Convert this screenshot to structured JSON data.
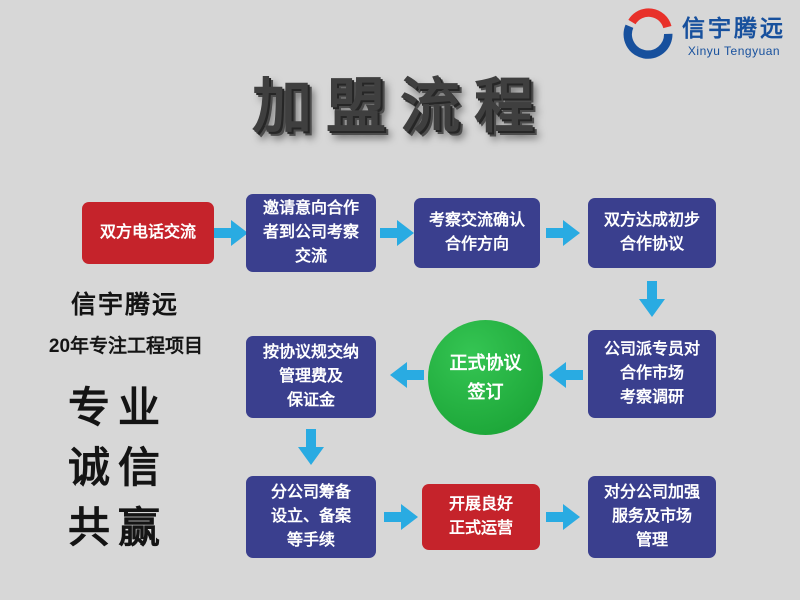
{
  "logo": {
    "brand": "信宇腾远",
    "brand_en": "Xinyu Tengyuan"
  },
  "title": "加盟流程",
  "sidebar": {
    "brand": "信宇腾远",
    "tagline": "20年专注工程项目",
    "value1": "专业",
    "value2": "诚信",
    "value3": "共赢"
  },
  "flow": {
    "step1": "双方电话交流",
    "step2": "邀请意向合作\n者到公司考察\n交流",
    "step3": "考察交流确认\n合作方向",
    "step4": "双方达成初步\n合作协议",
    "step5": "公司派专员对\n合作市场\n考察调研",
    "step6": "正式协议\n签订",
    "step7": "按协议规交纳\n管理费及\n保证金",
    "step8": "分公司筹备\n设立、备案\n等手续",
    "step9": "开展良好\n正式运营",
    "step10": "对分公司加强\n服务及市场\n管理"
  },
  "colors": {
    "box_blue": "#3a3f8e",
    "box_red": "#c5232b",
    "circle_green": "#22ac38",
    "arrow_blue": "#29abe2",
    "brand_blue": "#17509d",
    "brand_red": "#e8312a"
  }
}
